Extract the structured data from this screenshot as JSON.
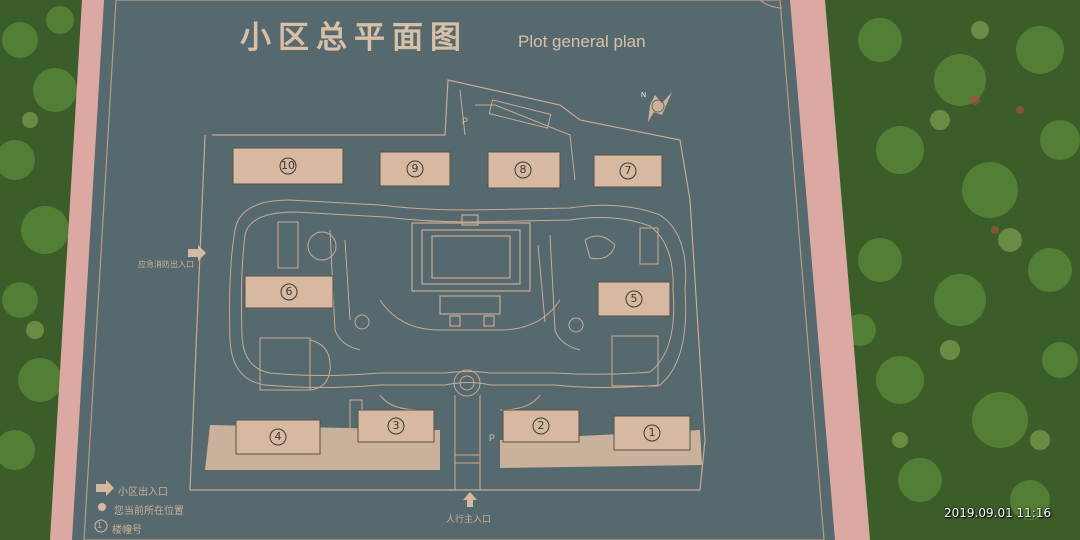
{
  "sign": {
    "title_cn": "小区总平面图",
    "title_en": "Plot general plan",
    "emergency_entrance": "应急消防出入口",
    "pedestrian_entrance": "人行主入口",
    "parking_label": "P",
    "north_label": "N"
  },
  "buildings": [
    "1",
    "2",
    "3",
    "4",
    "5",
    "6",
    "7",
    "8",
    "9",
    "10"
  ],
  "legend": {
    "entrance": "小区出入口",
    "you_are_here": "您当前所在位置",
    "building_number": "楼幢号",
    "building_number_symbol": "1"
  },
  "photo": {
    "timestamp": "2019.09.01 11:16"
  },
  "colors": {
    "plate": "#566c74",
    "copper": "#d6b9a0",
    "frame": "#d9a7a0",
    "foliage": "#3f6b2c"
  }
}
